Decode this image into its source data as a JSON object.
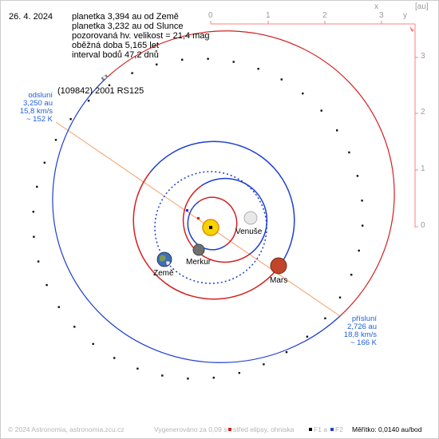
{
  "date": "26. 4. 2024",
  "info": {
    "line1": "planetka 3,394 au od Země",
    "line2": "planetka 3,232 au od Slunce",
    "line3": "pozorovaná hv. velikost = 21,4 mag",
    "line4": "oběžná doba 5,165 let",
    "line5": "interval bodů 47,2 dnů"
  },
  "asteroid_name": "(109842) 2001 RS125",
  "aphelion": {
    "title": "odsluní",
    "distance": "3,250 au",
    "speed": "15,8 km/s",
    "temp": "~ 152 K"
  },
  "perihelion": {
    "title": "přísluní",
    "distance": "2,726 au",
    "speed": "18,8 km/s",
    "temp": "~ 166 K"
  },
  "planets": {
    "venus": "Venuše",
    "mercury": "Merkur",
    "earth": "Země",
    "mars": "Mars"
  },
  "axes": {
    "unit": "[au]",
    "x_label": "x",
    "y_label": "y",
    "x_ticks": [
      "0",
      "1",
      "2",
      "3"
    ],
    "y_ticks": [
      "3",
      "2",
      "1",
      "0"
    ]
  },
  "footer": {
    "copyright": "© 2024 Astronomia, astronomia.zcu.cz",
    "generated": "Vygenerováno za 0,09 s",
    "legend_center": "střed elipsy, ohniska",
    "legend_f1": "F1 a",
    "legend_f2": "F2",
    "scale": "Měřítko: 0,0140 au/bod"
  },
  "colors": {
    "orbit_red": "#d42020",
    "orbit_blue": "#1e3fd0",
    "axis_line": "#ff8080",
    "text_blue": "#1e5fd7",
    "apsis_line": "#f3a06a",
    "sun": "#f7d400",
    "mars": "#c0452a"
  }
}
